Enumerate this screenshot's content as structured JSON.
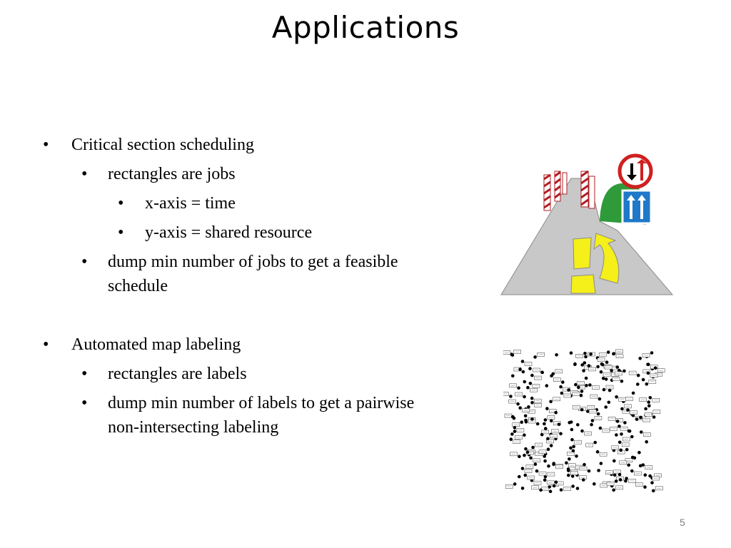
{
  "slide": {
    "title": "Applications",
    "page_number": "5",
    "sections": [
      {
        "heading": "Critical section scheduling",
        "items": [
          {
            "text": "rectangles are jobs",
            "subitems": [
              "x-axis = time",
              "y-axis = shared resource"
            ]
          },
          {
            "text_line1": "dump min number of jobs to get a feasible",
            "text_line2": "schedule"
          }
        ]
      },
      {
        "heading": "Automated map labeling",
        "items": [
          {
            "text": "rectangles are labels"
          },
          {
            "text_line1": "dump min number of labels to get a pairwise",
            "text_line2": "non-intersecting labeling"
          }
        ]
      }
    ],
    "bullet_glyph": "•"
  },
  "colors": {
    "road": "#c8c8c8",
    "lane_marking": "#f5ef1a",
    "barrier_red": "#b01e23",
    "sign_blue": "#1f78c8",
    "grass": "#2e9a3a"
  },
  "images": {
    "road_illustration": "road-with-lane-merge-sign",
    "map_labeling_illustration": "dense-point-labels-map"
  }
}
